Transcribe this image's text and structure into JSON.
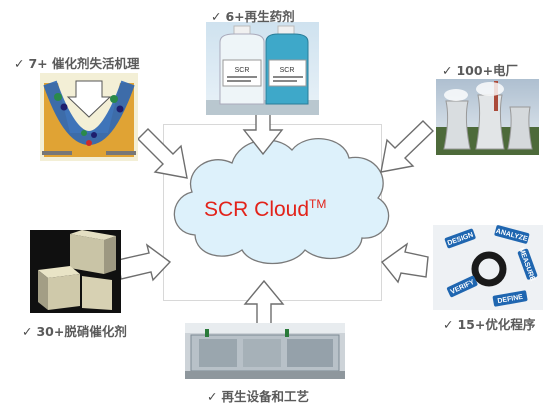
{
  "center": {
    "title": "SCR Cloud",
    "superscript": "TM"
  },
  "nodes": [
    {
      "id": "regenerants",
      "label": "6+再生药剂"
    },
    {
      "id": "deactivation",
      "label": "7+ 催化剂失活机理"
    },
    {
      "id": "power_plants",
      "label": "100+电厂"
    },
    {
      "id": "catalysts",
      "label": "30+脱硝催化剂"
    },
    {
      "id": "programs",
      "label": "15+优化程序"
    },
    {
      "id": "equipment",
      "label": "再生设备和工艺"
    }
  ],
  "images": {
    "bottle_labels": [
      "SCR",
      "SCR"
    ],
    "cycle_words": [
      "DESIGN",
      "ANALYZE",
      "MEASURE",
      "VERIFY",
      "DEFINE"
    ]
  },
  "colors": {
    "cloud_fill": "#ddf1fb",
    "cloud_stroke": "#7a7a7a",
    "title": "#e2231a",
    "arrow_stroke": "#6e6e6e"
  }
}
